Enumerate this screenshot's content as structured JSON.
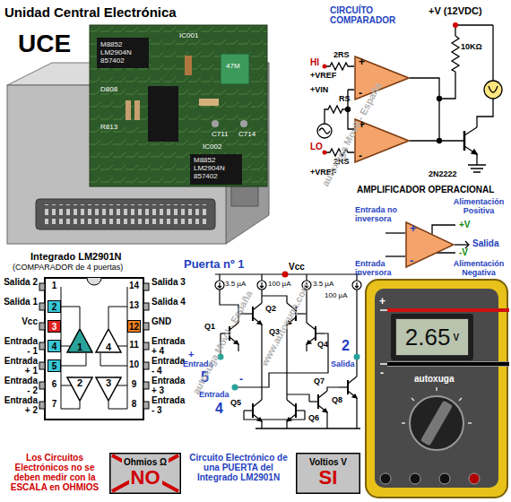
{
  "diagram": {
    "title": "Unidad Central Electrónica",
    "nodes": [
      {
        "text": [
          "+",
          "-"
        ]
      },
      {
        "text": [
          "+",
          "-"
        ]
      },
      {
        "text": [
          "+",
          "-"
        ]
      },
      {
        "text": [
          "2"
        ]
      },
      {
        "text": [
          "3"
        ]
      },
      {
        "text": [
          "1"
        ]
      },
      {
        "text": [
          "4"
        ]
      },
      {
        "text": [
          "12"
        ]
      },
      {
        "text": [
          "4"
        ]
      },
      {
        "text": [
          "5"
        ]
      },
      {
        "text": [
          "2"
        ]
      },
      {
        "text": [
          "3"
        ]
      },
      {
        "text": [
          "2.65",
          "V"
        ]
      },
      {
        "text": [
          "Ohmios Ω",
          "NO"
        ]
      },
      {
        "text": [
          "Voltios V",
          "SI"
        ]
      }
    ],
    "labels": [
      "UCE",
      "M8852",
      "LM2904N",
      "857402",
      "IC001",
      "D808",
      "R813",
      "47M",
      "C711",
      "C714",
      "IC002",
      "M8852",
      "LM2904N",
      "857402",
      "CIRCUÍTO COMPARADOR",
      "+V (12VDC)",
      "HI",
      "2RS",
      "+VREF",
      "10KΩ",
      "RS",
      "+VIN",
      "LO",
      "2RS",
      "+VREF",
      "2N2222",
      "AMPLIFICADOR OPERACIONAL",
      "Entrada no inversora",
      "Alimentación Positiva",
      "+V",
      "Salida",
      "Entrada inversora",
      "-V",
      "Alimentación Negativa",
      "Integrado LM2901N",
      "(COMPARADOR de 4 puertas)",
      "Salida 2",
      "Salida 1",
      "Vcc",
      "Entrada - 1",
      "Entrada + 1",
      "Entrada - 2",
      "Entrada + 2",
      "Salida 3",
      "Salida 4",
      "GND",
      "Entrada + 4",
      "Entrada - 4",
      "Entrada + 3",
      "Entrada - 3",
      "1",
      "6",
      "7",
      "14",
      "13",
      "11",
      "10",
      "9",
      "8",
      "Puerta nº 1",
      "Vcc",
      "3.5 µA",
      "100 µA",
      "3.5 µA",
      "100 µA",
      "Q1",
      "Q2",
      "Q3",
      "Q4",
      "Q5",
      "Q6",
      "Q7",
      "Q8",
      "+",
      "Entrada",
      "5",
      "Entrada",
      "4",
      "-",
      "2",
      "Salida",
      "Los Circuitos Electrónicos no se deben medir con la ESCALA en OHMIOS",
      "Circuito Electrónico de una PUERTA del Integrado LM2901N",
      "autoxuga",
      "+",
      "-",
      "autoxuga Movil - España",
      "autoxuga Movil - España",
      "www.autoxuga.com"
    ]
  }
}
